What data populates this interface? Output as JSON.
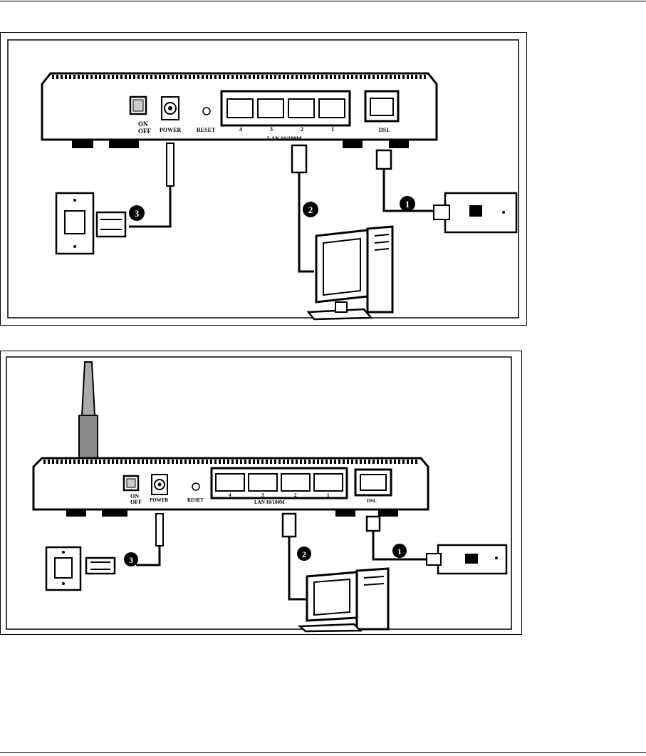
{
  "figures": [
    {
      "labels": {
        "on": "ON",
        "off": "OFF",
        "power": "POWER",
        "reset": "RESET",
        "lan": "LAN 10/100M",
        "dsl": "DSL",
        "ports": [
          "4",
          "3",
          "2",
          "1"
        ]
      },
      "steps": [
        "1",
        "2",
        "3"
      ],
      "has_antenna": false
    },
    {
      "labels": {
        "on": "ON",
        "off": "OFF",
        "power": "POWER",
        "reset": "RESET",
        "lan": "LAN 10/100M",
        "dsl": "DSL",
        "ports": [
          "4",
          "3",
          "2",
          "1"
        ]
      },
      "steps": [
        "1",
        "2",
        "3"
      ],
      "has_antenna": true
    }
  ]
}
